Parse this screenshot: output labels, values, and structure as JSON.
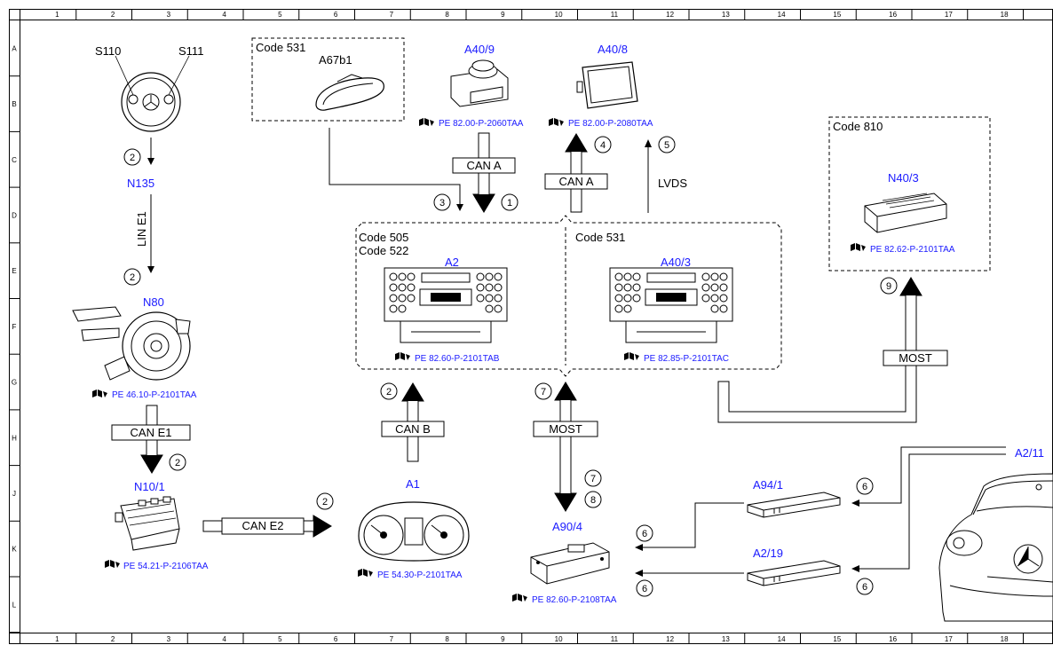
{
  "grid": {
    "columns": [
      "1",
      "2",
      "3",
      "4",
      "5",
      "6",
      "7",
      "8",
      "9",
      "10",
      "11",
      "12",
      "13",
      "14",
      "15",
      "16",
      "17",
      "18"
    ],
    "rows": [
      "A",
      "B",
      "C",
      "D",
      "E",
      "F",
      "G",
      "H",
      "J",
      "K",
      "L"
    ]
  },
  "components": {
    "s110": "S110",
    "s111": "S111",
    "n135": "N135",
    "n80": "N80",
    "n80_ref": "PE 46.10-P-2101TAA",
    "n10_1": "N10/1",
    "n10_1_ref": "PE 54.21-P-2106TAA",
    "a67b1": "A67b1",
    "a40_9": "A40/9",
    "a40_9_ref": "PE 82.00-P-2060TAA",
    "a40_8": "A40/8",
    "a40_8_ref": "PE 82.00-P-2080TAA",
    "n40_3": "N40/3",
    "n40_3_ref": "PE 82.62-P-2101TAA",
    "a2": "A2",
    "a2_ref": "PE 82.60-P-2101TAB",
    "a40_3": "A40/3",
    "a40_3_ref": "PE 82.85-P-2101TAC",
    "a1": "A1",
    "a1_ref": "PE 54.30-P-2101TAA",
    "a90_4": "A90/4",
    "a90_4_ref": "PE 82.60-P-2108TAA",
    "a94_1": "A94/1",
    "a2_19": "A2/19",
    "a2_11": "A2/11"
  },
  "codes": {
    "code531_top": "Code 531",
    "code810": "Code 810",
    "code505": "Code 505",
    "code522": "Code 522",
    "code531_main": "Code 531"
  },
  "buses": {
    "can_a_1": "CAN A",
    "can_a_2": "CAN A",
    "lvds": "LVDS",
    "lin_e1": "LIN E1",
    "can_e1": "CAN E1",
    "can_e2": "CAN E2",
    "can_b": "CAN B",
    "most_1": "MOST",
    "most_2": "MOST"
  },
  "markers": {
    "m1": "1",
    "m2a": "2",
    "m2b": "2",
    "m2c": "2",
    "m2d": "2",
    "m2e": "2",
    "m3": "3",
    "m4": "4",
    "m5": "5",
    "m6a": "6",
    "m6b": "6",
    "m6c": "6",
    "m6d": "6",
    "m7a": "7",
    "m7b": "7",
    "m8": "8",
    "m9": "9"
  }
}
